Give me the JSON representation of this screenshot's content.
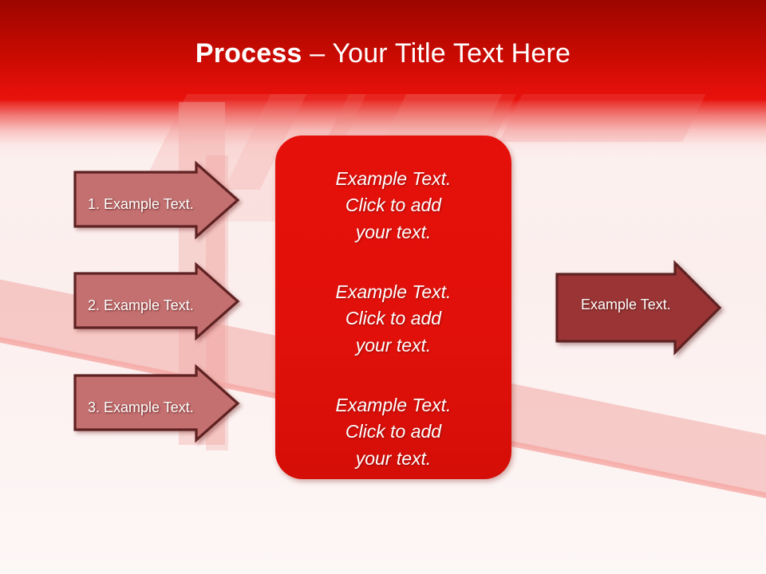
{
  "slide": {
    "title_bold": "Process",
    "title_rest": " – Your Title Text Here",
    "colors": {
      "header_top": "#9d0600",
      "header_bright": "#e8110b",
      "panel_red": "#e2100a",
      "left_arrow_fill": "#c46f6f",
      "left_arrow_stroke": "#5e2020",
      "right_arrow_fill": "#9b3434",
      "right_arrow_stroke": "#5e2020",
      "background": "#fcf2f1",
      "ribbon_pink": "#f0a8a4",
      "text_white": "#ffffff"
    }
  },
  "input_arrows": [
    {
      "label": "1. Example Text."
    },
    {
      "label": "2. Example Text."
    },
    {
      "label": "3. Example Text."
    }
  ],
  "panel": {
    "blocks": [
      {
        "text": "Example Text.\nClick  to add\nyour text."
      },
      {
        "text": "Example Text.\nClick  to add\nyour text."
      },
      {
        "text": "Example Text.\nClick  to add\nyour text."
      }
    ]
  },
  "output_arrow": {
    "label": "Example Text."
  }
}
